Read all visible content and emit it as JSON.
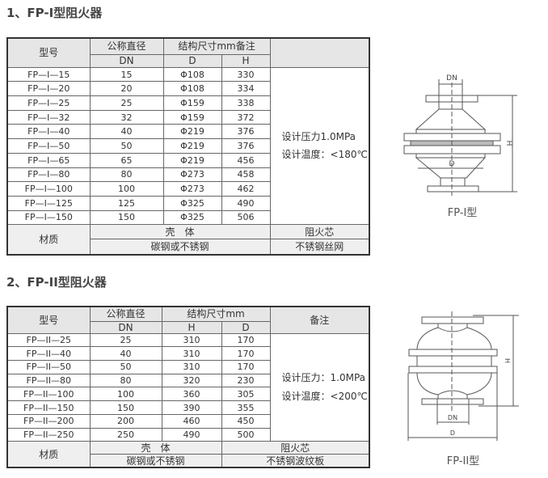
{
  "section1": {
    "title": "1、FP-I型阻火器",
    "headers": {
      "model": "型号",
      "dn_top": "公称直径",
      "dn_bottom": "DN",
      "dims": "结构尺寸mm备注",
      "d": "D",
      "h": "H"
    },
    "rows": [
      [
        "FP—I—15",
        "15",
        "Φ108",
        "330"
      ],
      [
        "FP—I—20",
        "20",
        "Φ108",
        "334"
      ],
      [
        "FP—I—25",
        "25",
        "Φ159",
        "338"
      ],
      [
        "FP—I—32",
        "32",
        "Φ159",
        "372"
      ],
      [
        "FP—I—40",
        "40",
        "Φ219",
        "376"
      ],
      [
        "FP—I—50",
        "50",
        "Φ219",
        "376"
      ],
      [
        "FP—I—65",
        "65",
        "Φ219",
        "456"
      ],
      [
        "FP—I—80",
        "80",
        "Φ273",
        "458"
      ],
      [
        "FP—I—100",
        "100",
        "Φ273",
        "462"
      ],
      [
        "FP—I—125",
        "125",
        "Φ325",
        "490"
      ],
      [
        "FP—I—150",
        "150",
        "Φ325",
        "506"
      ]
    ],
    "note_line1": "设计压力1.0MPa",
    "note_line2": "设计温度：<180℃",
    "material": {
      "label": "材质",
      "shell": "壳　体",
      "shell_value": "碳钢或不锈钢",
      "core": "阻火芯",
      "core_value": "不锈钢丝网"
    },
    "diagram": {
      "caption": "FP-I型",
      "dn": "DN",
      "d": "D",
      "h": "H"
    }
  },
  "section2": {
    "title": "2、FP-II型阻火器",
    "headers": {
      "model": "型号",
      "dn_top": "公称直径",
      "dn_bottom": "DN",
      "dims": "结构尺寸mm",
      "h": "H",
      "d": "D",
      "remark": "备注"
    },
    "rows": [
      [
        "FP—II—25",
        "25",
        "310",
        "170"
      ],
      [
        "FP—II—40",
        "40",
        "310",
        "170"
      ],
      [
        "FP—II—50",
        "50",
        "310",
        "170"
      ],
      [
        "FP—II—80",
        "80",
        "320",
        "230"
      ],
      [
        "FP—II—100",
        "100",
        "360",
        "305"
      ],
      [
        "FP—II—150",
        "150",
        "390",
        "355"
      ],
      [
        "FP—II—200",
        "200",
        "460",
        "450"
      ],
      [
        "FP—II—250",
        "250",
        "490",
        "500"
      ]
    ],
    "note_line1": "设计压力：1.0MPa",
    "note_line2": "设计温度：<200℃",
    "material": {
      "label": "材质",
      "shell": "壳　体",
      "shell_value": "碳钢或不锈钢",
      "core": "阻火芯",
      "core_value": "不锈钢波纹板"
    },
    "diagram": {
      "caption": "FP-II型",
      "dn": "DN",
      "d": "D",
      "h": "H"
    }
  }
}
